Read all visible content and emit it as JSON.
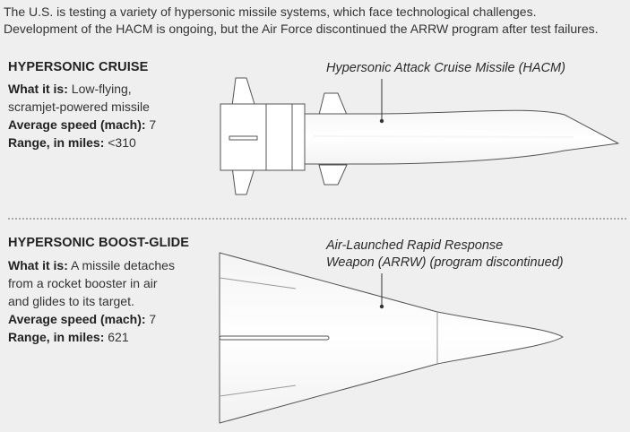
{
  "intro": {
    "line1": "The U.S. is testing a variety of hypersonic missile systems, which face technological challenges.",
    "line2": "Development of the HACM is ongoing, but the Air Force discontinued the ARRW program after test failures."
  },
  "cruise": {
    "title": "HYPERSONIC CRUISE",
    "what_label": "What it is:",
    "what_line1": " Low-flying,",
    "what_line2": "scramjet-powered missile",
    "speed_label": "Average speed (mach):",
    "speed_value": " 7",
    "range_label": "Range, in miles:",
    "range_value": " <310",
    "callout": "Hypersonic Attack Cruise Missile (HACM)"
  },
  "boost_glide": {
    "title": "HYPERSONIC BOOST-GLIDE",
    "what_label": "What it is:",
    "what_line1": " A missile detaches",
    "what_line2": "from a rocket booster in air",
    "what_line3": "and glides to its target.",
    "speed_label": "Average speed (mach):",
    "speed_value": " 7",
    "range_label": "Range, in miles:",
    "range_value": " 621",
    "callout_line1": "Air-Launched Rapid Response",
    "callout_line2": "Weapon (ARRW) (program discontinued)"
  },
  "colors": {
    "background": "#efefef",
    "missile_fill": "#ffffff",
    "missile_stroke": "#555555",
    "leader_line": "#333333"
  }
}
